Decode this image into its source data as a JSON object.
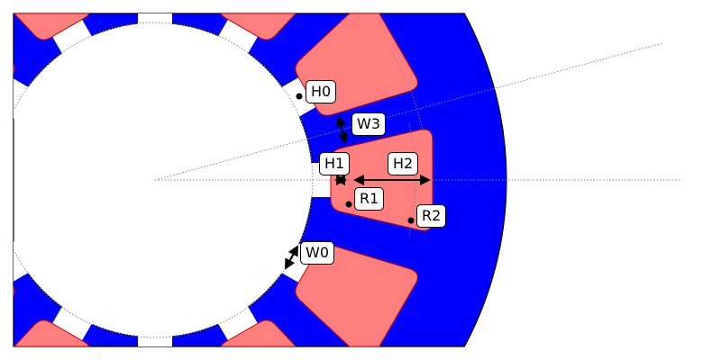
{
  "diagram": {
    "title": "Stator slot dimension schematic",
    "slot_count": 12,
    "colors": {
      "lamination": "#0000ff",
      "winding": "#ff7f7f",
      "winding_edge": "#cc0000",
      "construction": "#808080"
    },
    "labels": {
      "H0": "H0",
      "W3": "W3",
      "H1": "H1",
      "H2": "H2",
      "R1": "R1",
      "R2": "R2",
      "W0": "W0"
    }
  }
}
